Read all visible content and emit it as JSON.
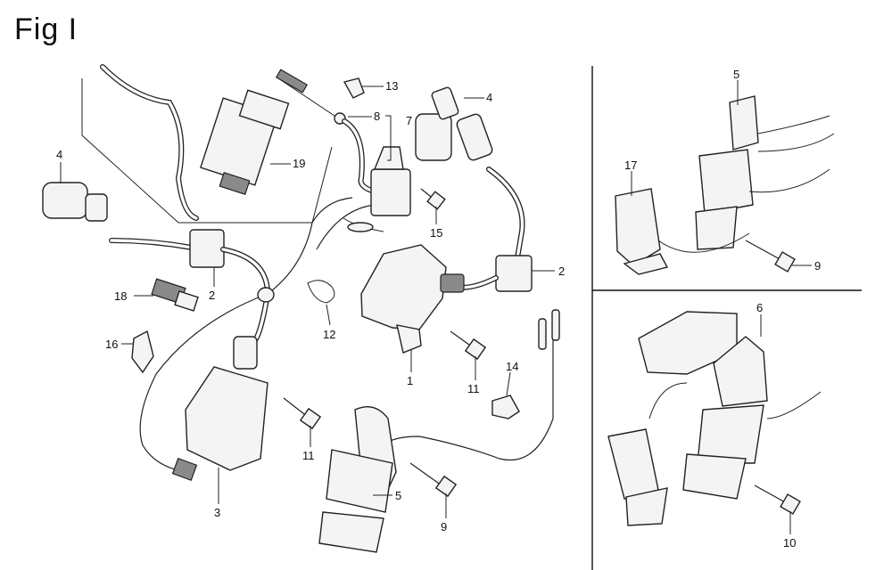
{
  "figure": {
    "title": "Fig I"
  },
  "callouts": [
    {
      "id": "c13",
      "label": "13"
    },
    {
      "id": "c4a",
      "label": "4"
    },
    {
      "id": "c8",
      "label": "8"
    },
    {
      "id": "c7",
      "label": "7"
    },
    {
      "id": "c19",
      "label": "19"
    },
    {
      "id": "c4b",
      "label": "4"
    },
    {
      "id": "c15",
      "label": "15"
    },
    {
      "id": "c2a",
      "label": "2"
    },
    {
      "id": "c2b",
      "label": "2"
    },
    {
      "id": "c18",
      "label": "18"
    },
    {
      "id": "c12",
      "label": "12"
    },
    {
      "id": "c16",
      "label": "16"
    },
    {
      "id": "c1",
      "label": "1"
    },
    {
      "id": "c11a",
      "label": "11"
    },
    {
      "id": "c14",
      "label": "14"
    },
    {
      "id": "c11b",
      "label": "11"
    },
    {
      "id": "c3",
      "label": "3"
    },
    {
      "id": "c5a",
      "label": "5"
    },
    {
      "id": "c9a",
      "label": "9"
    },
    {
      "id": "c5b",
      "label": "5"
    },
    {
      "id": "c17",
      "label": "17"
    },
    {
      "id": "c9b",
      "label": "9"
    },
    {
      "id": "c6",
      "label": "6"
    },
    {
      "id": "c10",
      "label": "10"
    }
  ]
}
